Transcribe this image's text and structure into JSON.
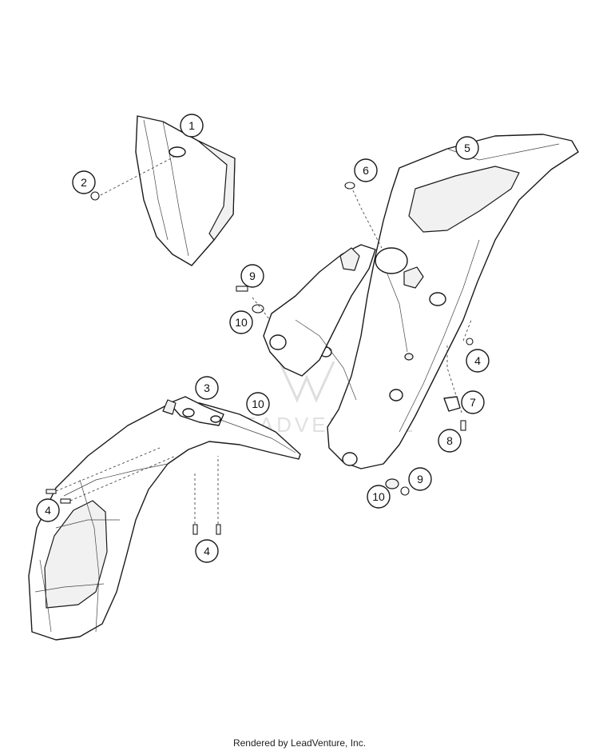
{
  "callouts": {
    "c1": "1",
    "c2": "2",
    "c3": "3",
    "c4a": "4",
    "c4b": "4",
    "c4c": "4",
    "c5": "5",
    "c6": "6",
    "c7": "7",
    "c8": "8",
    "c9a": "9",
    "c9b": "9",
    "c10a": "10",
    "c10b": "10",
    "c10c": "10"
  },
  "watermark": {
    "text": "LEADVENTURE"
  },
  "footer": {
    "credit": "Rendered by LeadVenture, Inc."
  }
}
